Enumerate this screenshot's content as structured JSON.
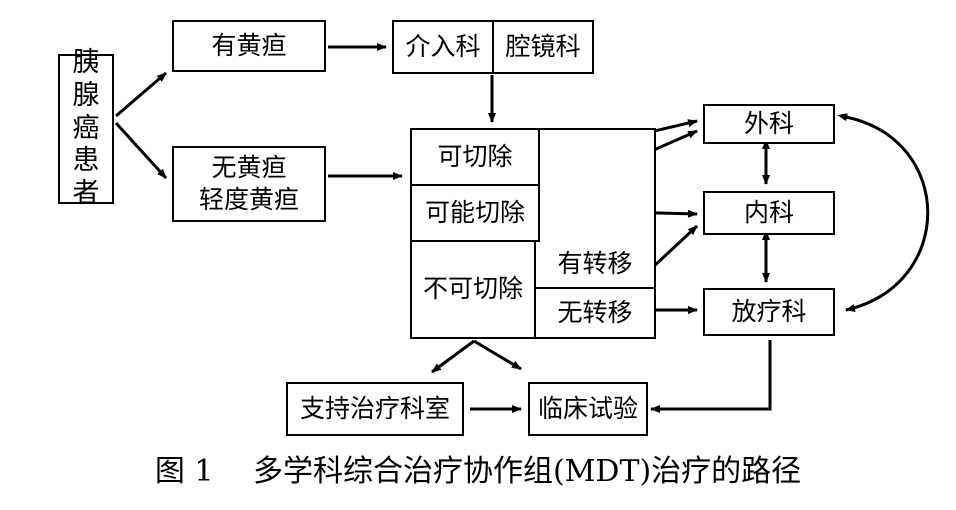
{
  "nodes": {
    "patient": [
      "胰",
      "腺",
      "癌",
      "患",
      "者"
    ],
    "jaundice": "有黄疸",
    "no_jaundice": [
      "无黄疸",
      "轻度黄疸"
    ],
    "interventional": "介入科",
    "endoscopy": "腔镜科",
    "resectable": "可切除",
    "possibly_resectable": "可能切除",
    "unresectable": "不可切除",
    "with_metastasis": "有转移",
    "without_metastasis": "无转移",
    "surgery": "外科",
    "internal_medicine": "内科",
    "radiotherapy": "放疗科",
    "supportive_care": "支持治疗科室",
    "clinical_trial": "临床试验"
  },
  "caption": "图 1　 多学科综合治疗协作组(MDT)治疗的路径"
}
